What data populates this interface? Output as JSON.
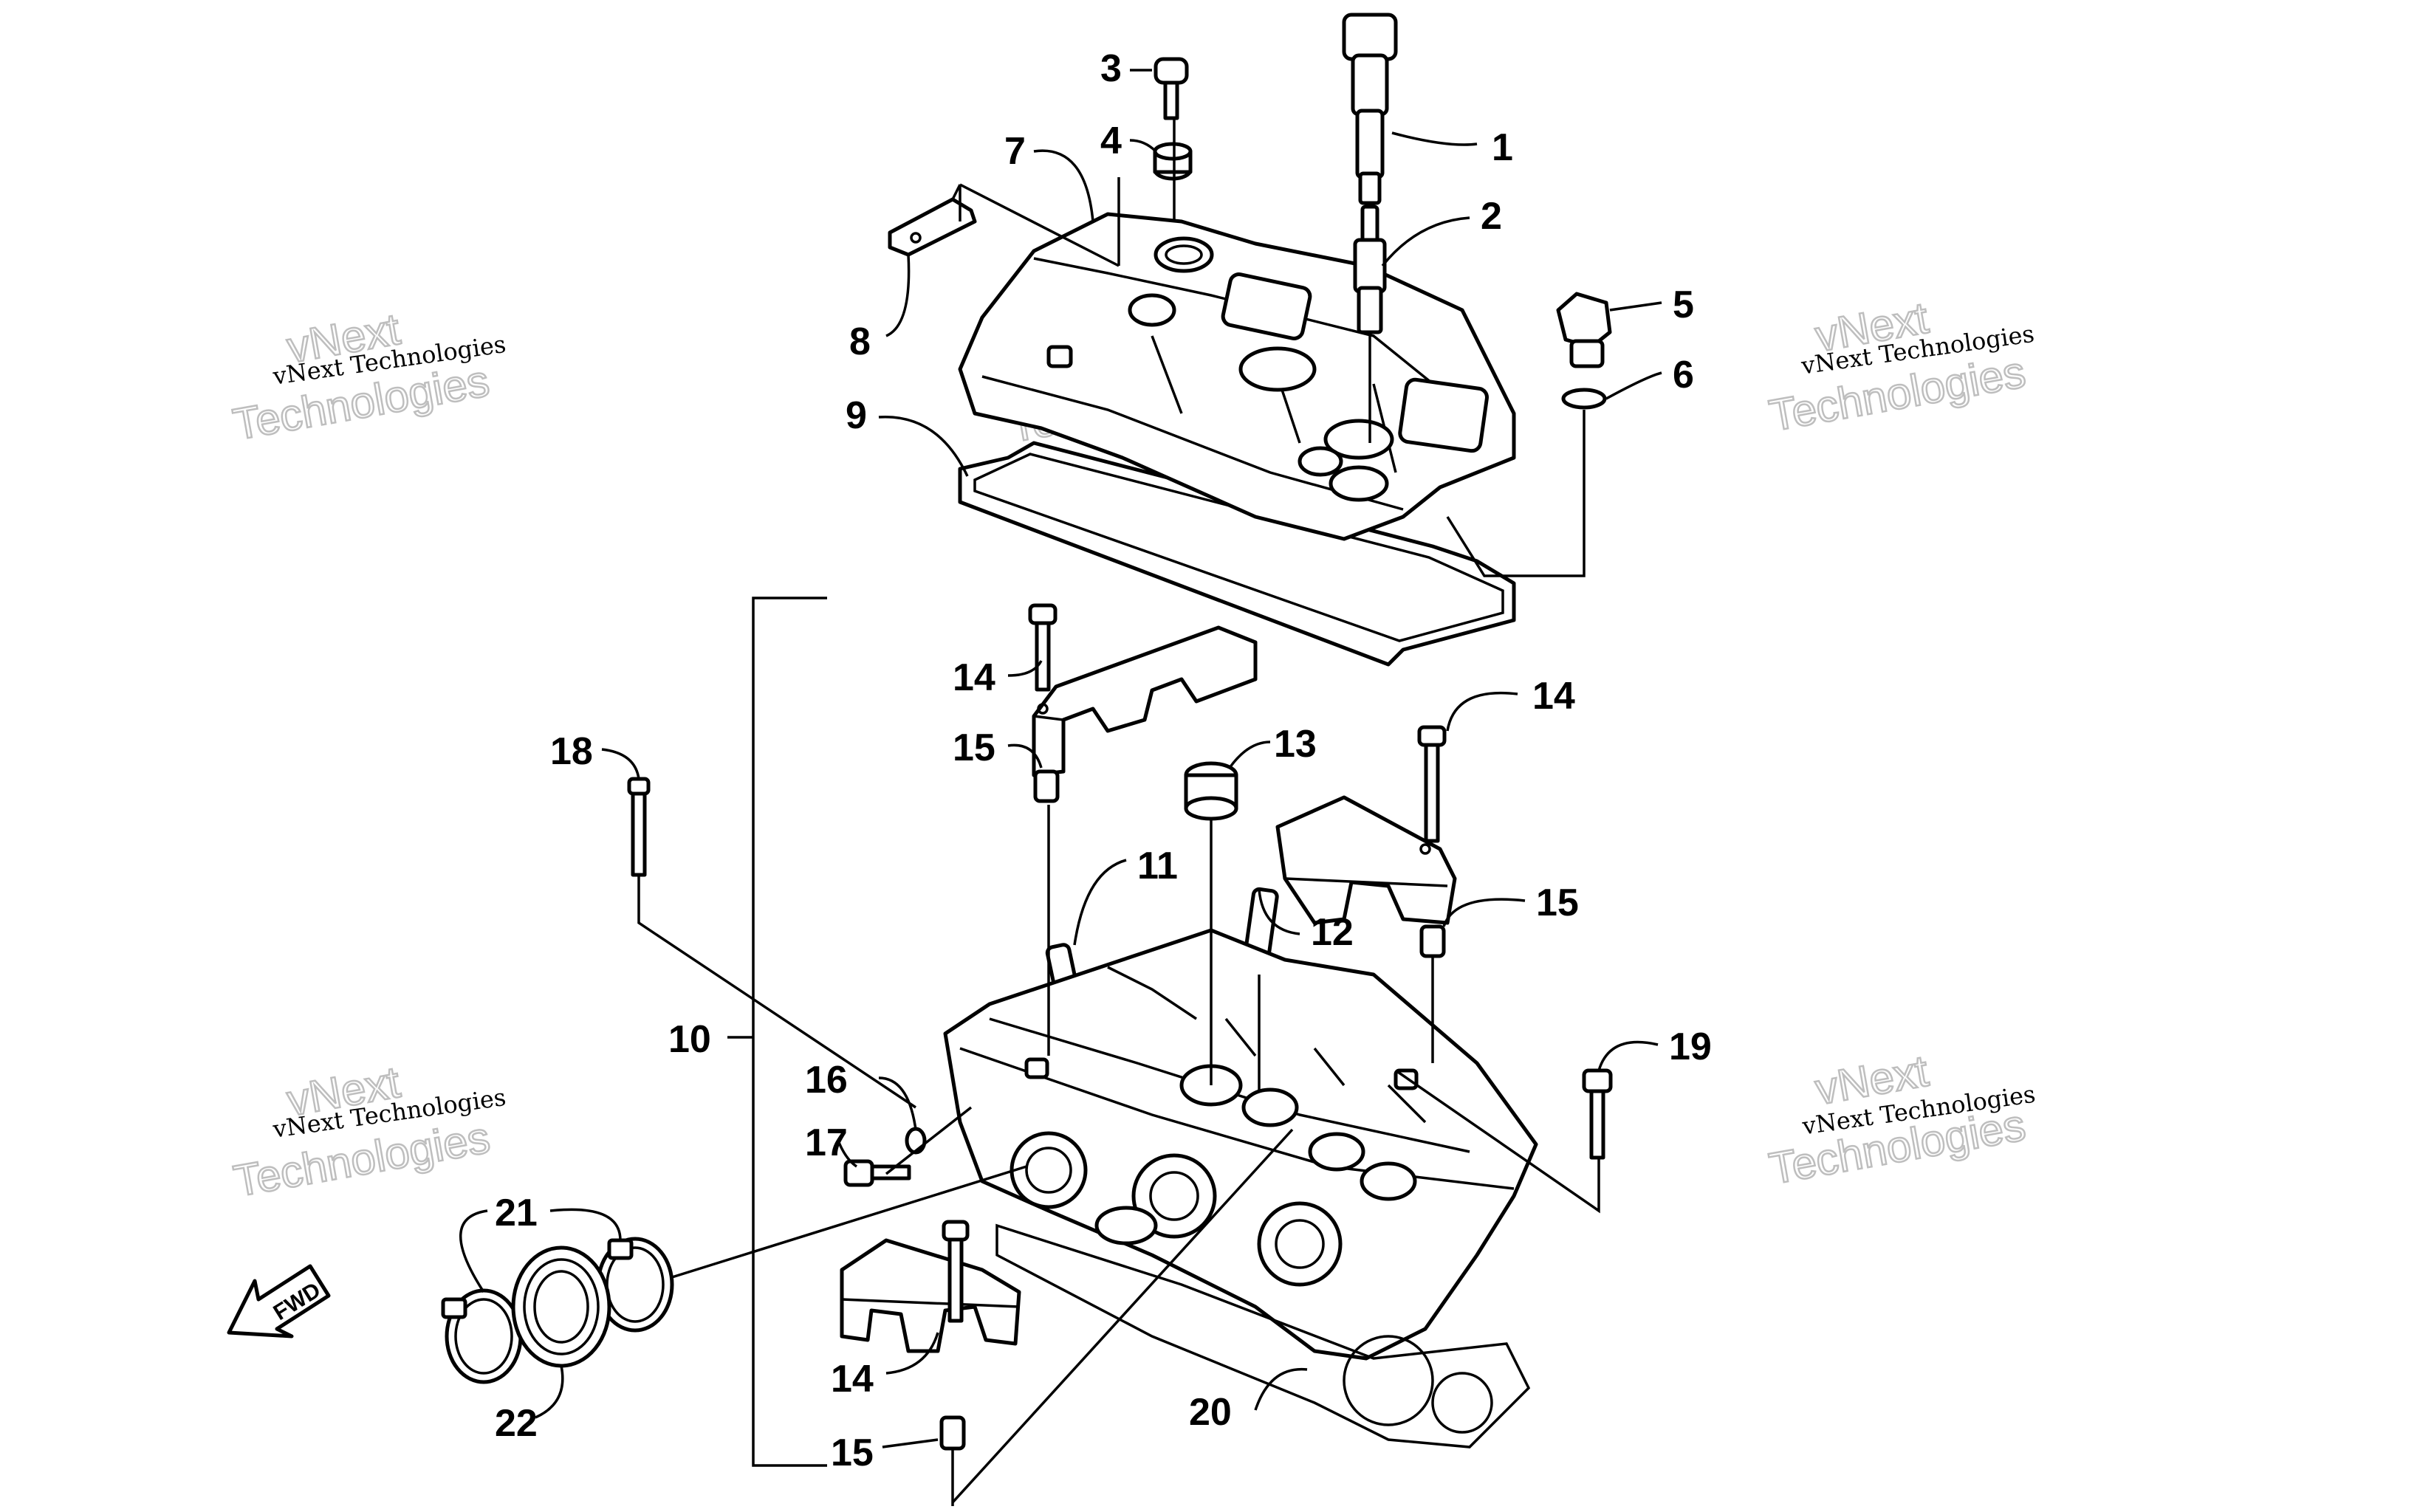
{
  "diagram": {
    "callouts": [
      "1",
      "2",
      "3",
      "4",
      "5",
      "6",
      "7",
      "8",
      "9",
      "10",
      "11",
      "12",
      "13",
      "14",
      "14",
      "14",
      "15",
      "15",
      "15",
      "16",
      "17",
      "18",
      "19",
      "20",
      "21",
      "22"
    ],
    "watermark_small": "vNext Technologies",
    "watermark_big_line1": "vNext",
    "watermark_big_line2": "Technologies",
    "fwd_label": "FWD"
  }
}
